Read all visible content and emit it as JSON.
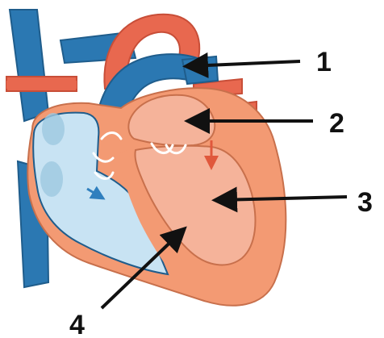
{
  "diagram": {
    "labels": [
      {
        "id": "1",
        "text": "1"
      },
      {
        "id": "2",
        "text": "2"
      },
      {
        "id": "3",
        "text": "3"
      },
      {
        "id": "4",
        "text": "4"
      }
    ],
    "colors": {
      "blue_vessel": "#2b78b2",
      "blue_light": "#c8e3f3",
      "red_vessel": "#e8684f",
      "muscle": "#f39a73",
      "chamber_light": "#f5b39a",
      "arrow": "#111111",
      "blue_flow_arrow": "#2f7fbe",
      "red_flow_arrow": "#e0583c"
    }
  }
}
